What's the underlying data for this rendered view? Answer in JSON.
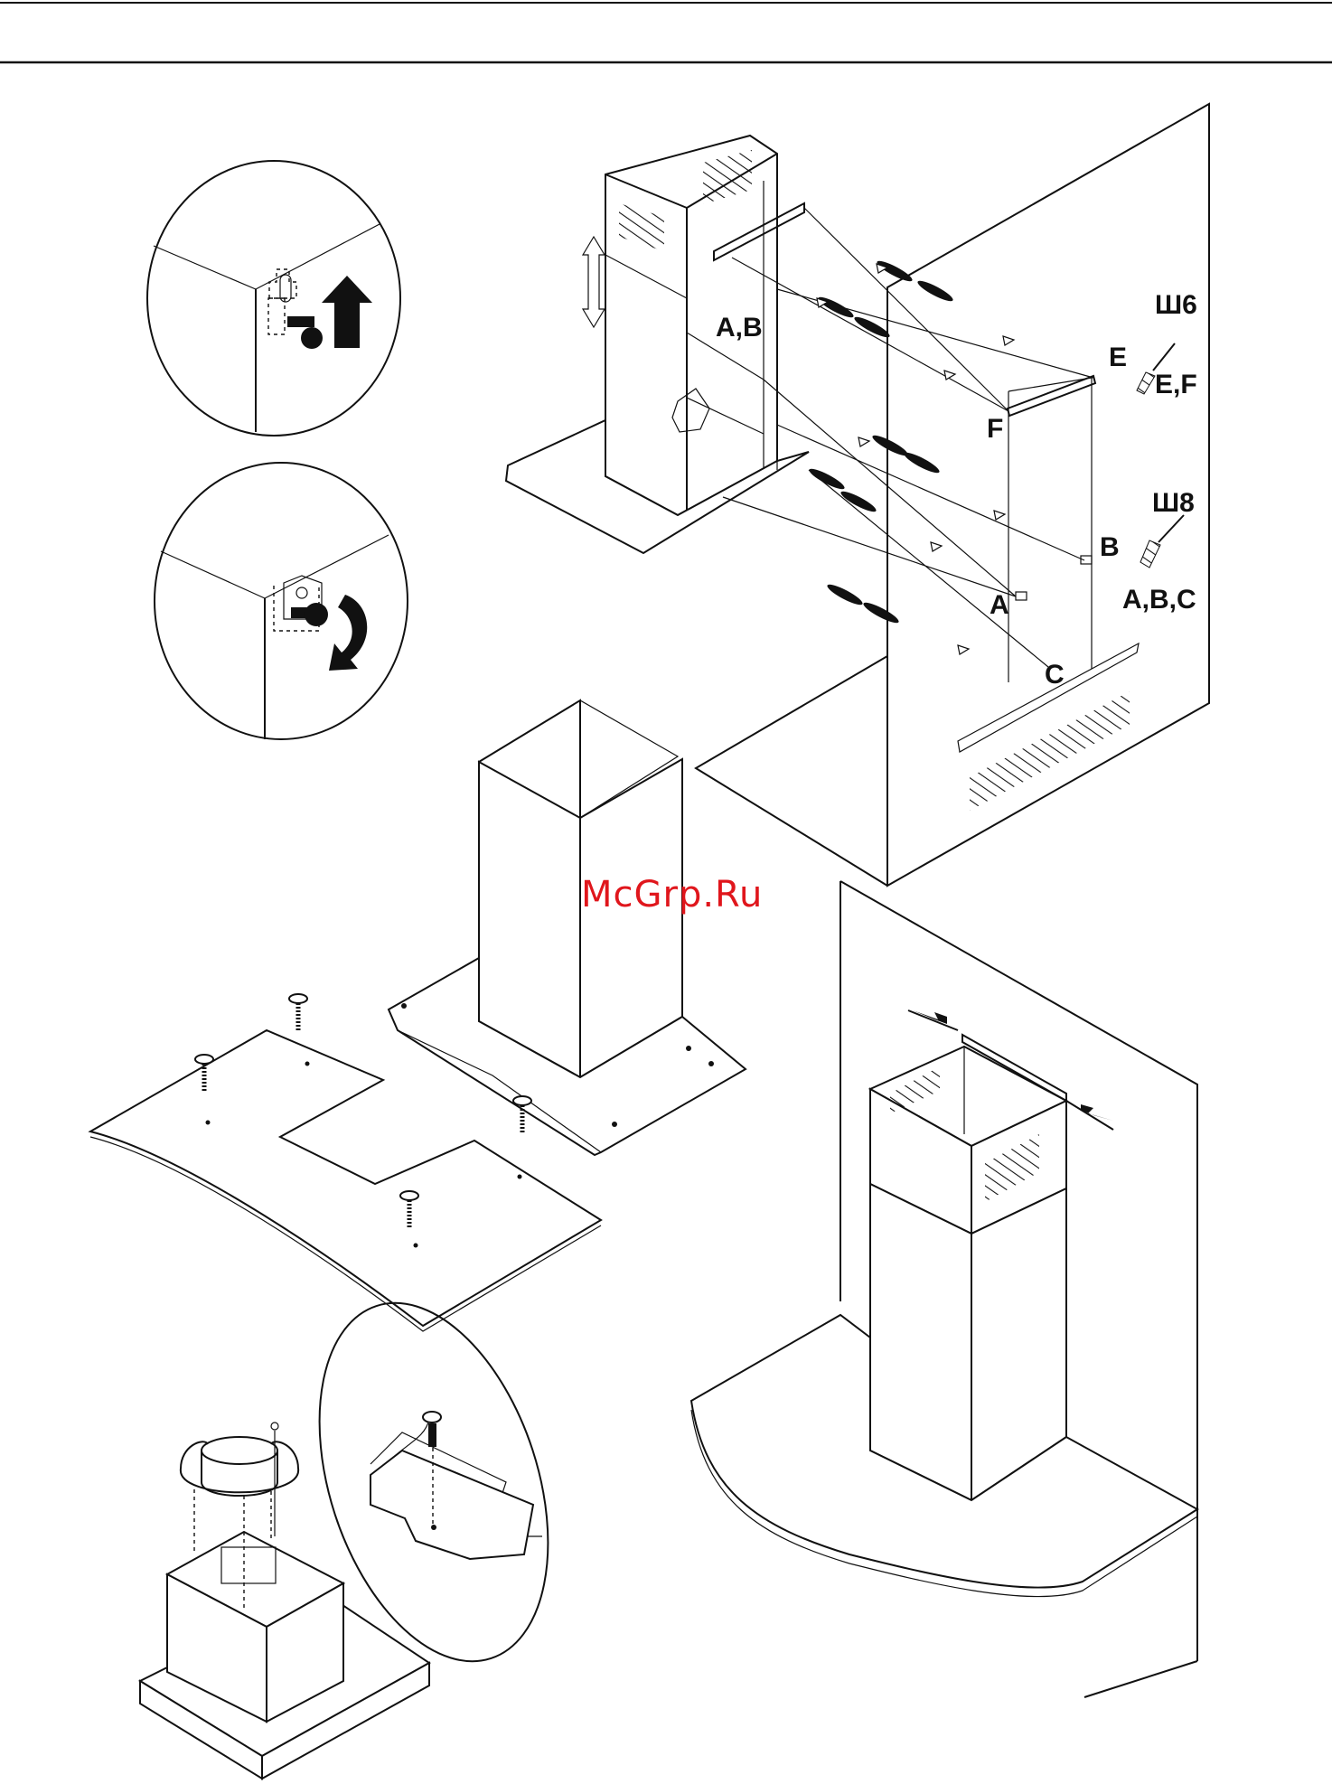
{
  "labels": {
    "ab_top": "A,B",
    "e": "E",
    "f": "F",
    "b": "B",
    "a": "A",
    "c": "C",
    "drill6": "Ш6",
    "ef": "E,F",
    "drill8": "Ш8",
    "abc": "A,B,C"
  },
  "watermark": "McGrp.Ru",
  "colors": {
    "line": "#111111",
    "watermark": "#e0161c",
    "background": "#ffffff"
  }
}
